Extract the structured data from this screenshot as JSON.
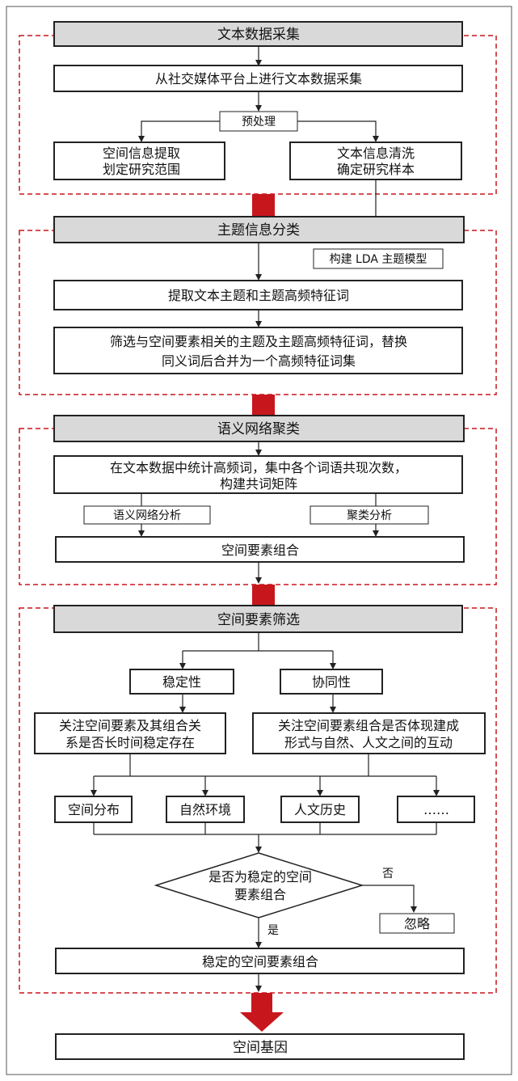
{
  "sections": {
    "s1": {
      "title": "文本数据采集",
      "collect": "从社交媒体平台上进行文本数据采集",
      "preprocess": "预处理",
      "left_line1": "空间信息提取",
      "left_line2": "划定研究范围",
      "right_line1": "文本信息清洗",
      "right_line2": "确定研究样本"
    },
    "s2": {
      "title": "主题信息分类",
      "lda": "构建 LDA 主题模型",
      "extract": "提取文本主题和主题高频特征词",
      "filter_line1": "筛选与空间要素相关的主题及主题高频特征词，替换",
      "filter_line2": "同义词后合并为一个高频特征词集"
    },
    "s3": {
      "title": "语义网络聚类",
      "count_line1": "在文本数据中统计高频词，集中各个词语共现次数，",
      "count_line2": "构建共词矩阵",
      "semantic": "语义网络分析",
      "cluster": "聚类分析",
      "combine": "空间要素组合"
    },
    "s4": {
      "title": "空间要素筛选",
      "stability": "稳定性",
      "synergy": "协同性",
      "stab_line1": "关注空间要素及其组合关",
      "stab_line2": "系是否长时间稳定存在",
      "syn_line1": "关注空间要素组合是否体现建成",
      "syn_line2": "形式与自然、人文之间的互动",
      "cat1": "空间分布",
      "cat2": "自然环境",
      "cat3": "人文历史",
      "cat4": "……",
      "decision_line1": "是否为稳定的空间",
      "decision_line2": "要素组合",
      "no": "否",
      "yes": "是",
      "ignore": "忽略",
      "stable": "稳定的空间要素组合"
    },
    "final": "空间基因"
  },
  "colors": {
    "red": "#c8161d",
    "header_fill": "#d9d9d9",
    "stroke": "#222222"
  }
}
